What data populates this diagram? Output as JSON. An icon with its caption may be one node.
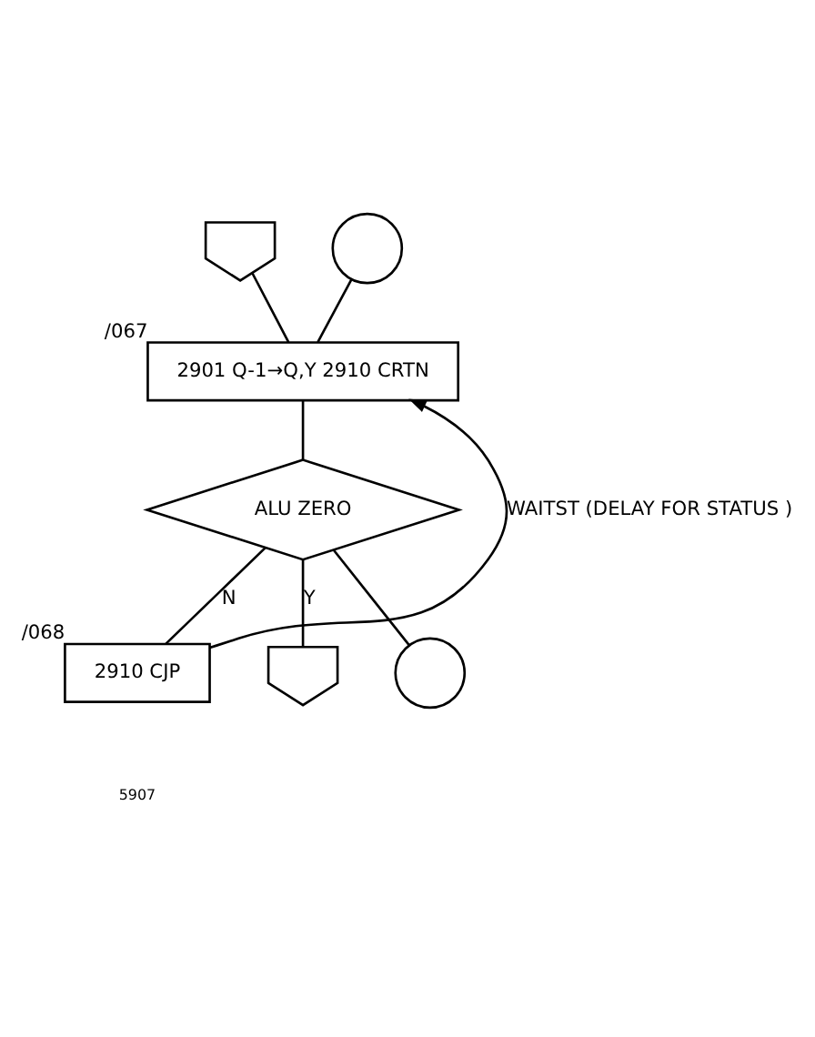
{
  "diagram": {
    "nodes": [
      {
        "text": [],
        "shape": "offpage"
      },
      {
        "text": [],
        "shape": "circle"
      },
      {
        "text": [
          "2901 Q-1→Q,Y 2910 CRTN"
        ],
        "beside": [
          "/067"
        ]
      },
      {
        "text": [
          "ALU ZERO"
        ]
      },
      {
        "text": [
          "2910 CJP"
        ],
        "beside": [
          "/068"
        ]
      },
      {
        "text": [],
        "shape": "offpage"
      },
      {
        "text": [],
        "shape": "circle"
      }
    ],
    "edges": [
      {
        "from": 0,
        "to": 2,
        "arrow": "none"
      },
      {
        "from": 1,
        "to": 2,
        "arrow": "none"
      },
      {
        "from": 2,
        "to": 3,
        "arrow": "none"
      },
      {
        "from": 3,
        "to": 4,
        "label": "N",
        "arrow": "none"
      },
      {
        "from": 3,
        "to": 5,
        "label": "Y",
        "arrow": "none"
      },
      {
        "from": 3,
        "to": 6,
        "arrow": "none"
      },
      {
        "from": 4,
        "to": 2,
        "label": "WAITST (DELAY FOR STATUS )",
        "arrow": "to"
      }
    ],
    "labels": [
      "5907"
    ]
  }
}
